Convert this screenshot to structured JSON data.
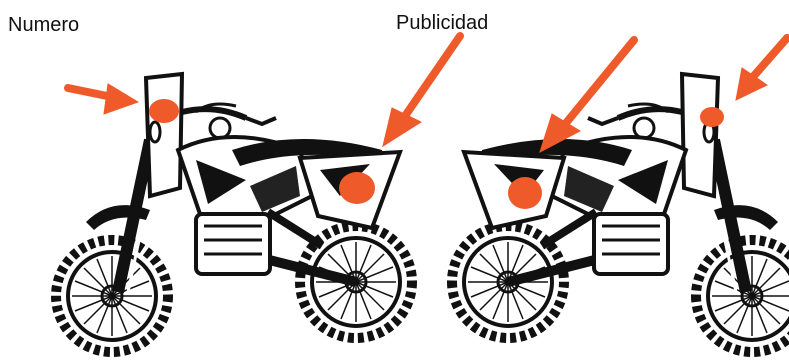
{
  "labels": {
    "number": "Numero",
    "advertising": "Publicidad"
  },
  "colors": {
    "arrow": "#ee5a2a",
    "marker": "#ee5a2a",
    "ink": "#111111"
  },
  "figure": {
    "subject": "rally motorcycle, left and right side views",
    "markers": [
      "number-plate-left",
      "side-panel-left",
      "side-panel-right",
      "number-plate-right"
    ]
  }
}
